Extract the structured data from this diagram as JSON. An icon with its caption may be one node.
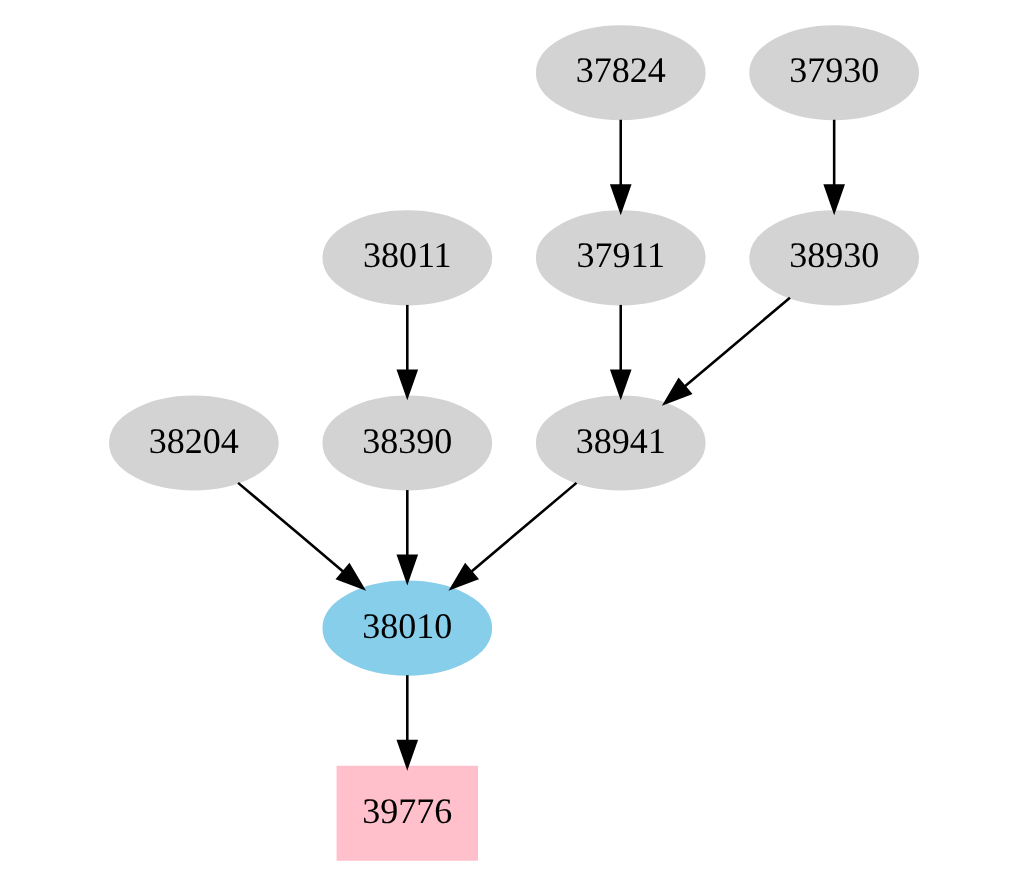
{
  "diagram": {
    "nodes": [
      {
        "text": [
          "37824"
        ]
      },
      {
        "text": [
          "37930"
        ]
      },
      {
        "text": [
          "38011"
        ]
      },
      {
        "text": [
          "37911"
        ]
      },
      {
        "text": [
          "38930"
        ]
      },
      {
        "text": [
          "38204"
        ]
      },
      {
        "text": [
          "38390"
        ]
      },
      {
        "text": [
          "38941"
        ]
      },
      {
        "text": [
          "38010"
        ]
      },
      {
        "text": [
          "39776"
        ]
      }
    ],
    "edges": [
      {
        "from": 0,
        "to": 3,
        "arrow": "to"
      },
      {
        "from": 1,
        "to": 4,
        "arrow": "to"
      },
      {
        "from": 2,
        "to": 6,
        "arrow": "to"
      },
      {
        "from": 3,
        "to": 7,
        "arrow": "to"
      },
      {
        "from": 4,
        "to": 7,
        "arrow": "to"
      },
      {
        "from": 5,
        "to": 8,
        "arrow": "to"
      },
      {
        "from": 6,
        "to": 8,
        "arrow": "to"
      },
      {
        "from": 7,
        "to": 8,
        "arrow": "to"
      },
      {
        "from": 8,
        "to": 9,
        "arrow": "to"
      }
    ]
  }
}
